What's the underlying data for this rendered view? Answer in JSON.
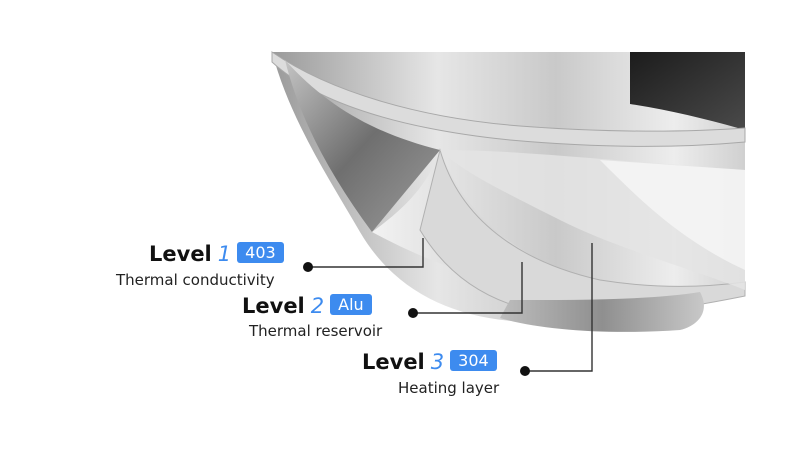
{
  "colors": {
    "accent": "#3d8bef",
    "badge_bg": "#3d8bef",
    "text": "#111111",
    "leader": "#333333"
  },
  "layers": [
    {
      "word": "Level",
      "number": "1",
      "badge": "403",
      "description": "Thermal conductivity"
    },
    {
      "word": "Level",
      "number": "2",
      "badge": "Alu",
      "description": "Thermal reservoir"
    },
    {
      "word": "Level",
      "number": "3",
      "badge": "304",
      "description": "Heating layer"
    }
  ]
}
